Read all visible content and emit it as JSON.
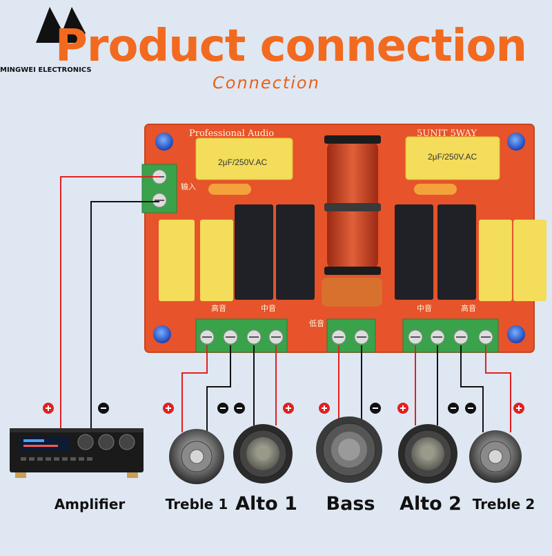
{
  "header": {
    "title": "Product connection",
    "subtitle": "Connection",
    "brand": "MINGWEI ELECTRONICS"
  },
  "board": {
    "label_left": "Professional Audio",
    "label_right": "5UNIT 5WAY",
    "cap_left": "2μF/250V.AC",
    "cap_right": "2μF/250V.AC",
    "input_label": "输入",
    "treble_label": "高音",
    "mid_label": "中音",
    "bass_label": "低音",
    "mid_label_right": "中音",
    "treble_label_right": "高音"
  },
  "devices": [
    {
      "id": "amplifier",
      "label": "Amplifier"
    },
    {
      "id": "treble1",
      "label": "Treble 1"
    },
    {
      "id": "alto1",
      "label": "Alto 1"
    },
    {
      "id": "bass",
      "label": "Bass"
    },
    {
      "id": "alto2",
      "label": "Alto 2"
    },
    {
      "id": "treble2",
      "label": "Treble 2"
    }
  ],
  "colors": {
    "title": "#f26a1f",
    "board": "#e8552c",
    "positive_wire": "#e02020",
    "negative_wire": "#111111",
    "terminal_green": "#3aa24b",
    "cap_yellow": "#f3dd5a"
  }
}
